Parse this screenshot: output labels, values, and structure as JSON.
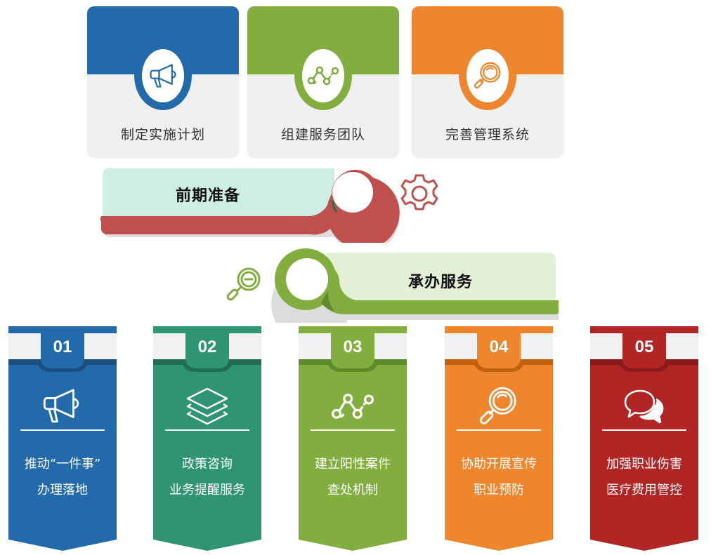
{
  "colors": {
    "blue": "#236aaa",
    "blue_dark": "#1b4f80",
    "green": "#82ad3f",
    "green_dark": "#5f8a2c",
    "orange": "#ee862e",
    "orange_dark": "#c0610f",
    "teal": "#2e9471",
    "teal_dark": "#226c54",
    "red": "#b22525",
    "red_dark": "#881b1b",
    "banner_red": "#c0504d",
    "banner_mint": "#cdeee4",
    "banner_lightgreen": "#e4f0d6",
    "card_bg": "#f0f0f0"
  },
  "top_cards": [
    {
      "label": "制定实施计划",
      "icon": "megaphone-icon",
      "color": "#236aaa"
    },
    {
      "label": "组建服务团队",
      "icon": "network-chart-icon",
      "color": "#82ad3f"
    },
    {
      "label": "完善管理系统",
      "icon": "magnifier-icon",
      "color": "#ee862e"
    }
  ],
  "phases": [
    {
      "title": "前期准备",
      "icon": "gear-icon"
    },
    {
      "title": "承办服务",
      "icon": "magnifier-minus-icon"
    }
  ],
  "services": [
    {
      "num": "01",
      "icon": "megaphone-icon",
      "lines": [
        "推动“一件事”",
        "办理落地"
      ],
      "color": "#236aaa",
      "dark": "#1b4f80"
    },
    {
      "num": "02",
      "icon": "layers-icon",
      "lines": [
        "政策咨询",
        "业务提醒服务"
      ],
      "color": "#2e9471",
      "dark": "#226c54"
    },
    {
      "num": "03",
      "icon": "network-chart-icon",
      "lines": [
        "建立阳性案件",
        "查处机制"
      ],
      "color": "#82ad3f",
      "dark": "#5f8a2c"
    },
    {
      "num": "04",
      "icon": "magnifier-icon",
      "lines": [
        "协助开展宣传",
        "职业预防"
      ],
      "color": "#ee862e",
      "dark": "#c0610f"
    },
    {
      "num": "05",
      "icon": "chat-bubbles-icon",
      "lines": [
        "加强职业伤害",
        "医疗费用管控"
      ],
      "color": "#b22525",
      "dark": "#881b1b"
    }
  ]
}
